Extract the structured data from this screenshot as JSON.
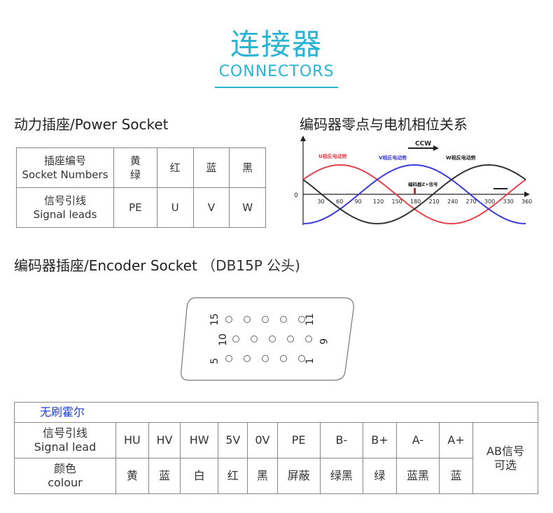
{
  "header": {
    "title_cn": "连接器",
    "title_en": "CONNECTORS"
  },
  "power": {
    "heading": "动力插座/Power Socket",
    "table": [
      [
        "插座编号\nSocket Numbers",
        "黄\n绿",
        "红",
        "蓝",
        "黑"
      ],
      [
        "信号引线\nSignal leads",
        "PE",
        "U",
        "V",
        "W"
      ]
    ]
  },
  "encoder_zero": {
    "heading": "编码器零点与电机相位关系",
    "direction_label": "CCW",
    "u_label": "U相反电动势",
    "v_label": "V相反电动势",
    "w_label": "W相反电动势",
    "z_label": "编码器Z+信号",
    "zero_label": "0",
    "x_ticks": [
      "30",
      "60",
      "90",
      "120",
      "150",
      "180",
      "210",
      "240",
      "270",
      "300",
      "330",
      "360"
    ]
  },
  "encoder_socket": {
    "heading": "编码器插座/Encoder Socket",
    "note": "（DB15P 公头)",
    "pins": {
      "top_left": "15",
      "top_right": "11",
      "mid_left": "10",
      "mid_right": "6",
      "bottom_left": "5",
      "bottom_right": "1"
    }
  },
  "encoder_table": {
    "brand": "无刷霍尔",
    "row1_header": "信号引线\nSignal lead",
    "row1": [
      "HU",
      "HV",
      "HW",
      "5V",
      "0V",
      "PE",
      "B-",
      "B+",
      "A-",
      "A+"
    ],
    "row2_header": "颜色\ncolour",
    "row2": [
      "黄",
      "蓝",
      "白",
      "红",
      "黑",
      "屏蔽",
      "绿黑",
      "绿",
      "蓝黑",
      "蓝"
    ],
    "ab_note": "AB信号\n可选"
  },
  "colors": {
    "accent": "#2ab3d3",
    "brand": "#1a3fd6",
    "u_phase": "#e8414b",
    "v_phase": "#3a3ad6",
    "w_phase": "#333333"
  }
}
